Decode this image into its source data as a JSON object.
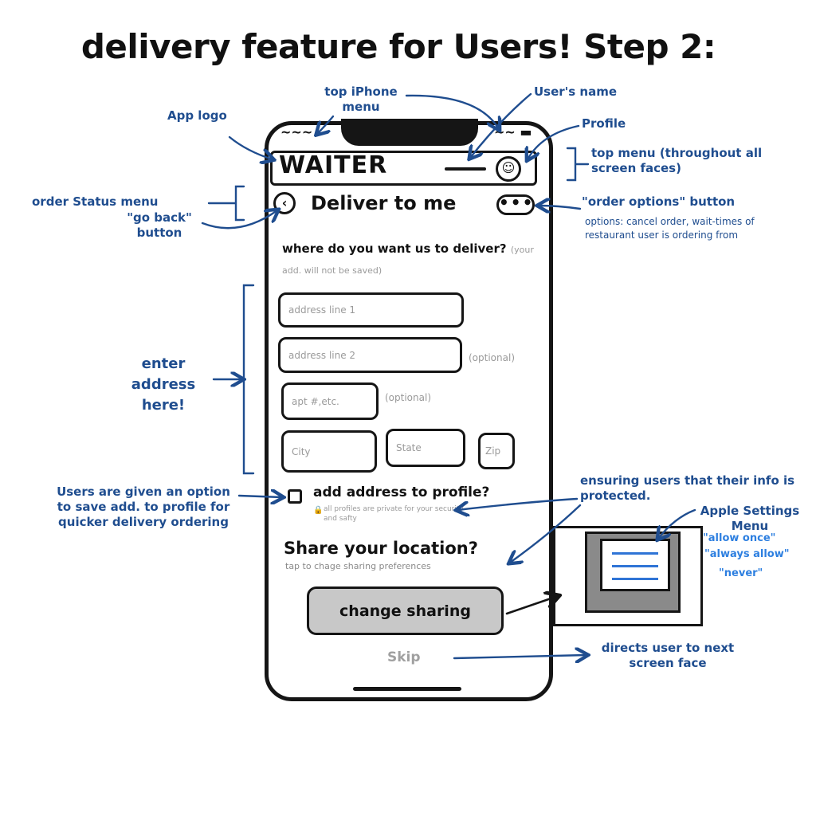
{
  "title": "delivery feature for Users! Step 2:",
  "phone": {
    "status_left": "~~~",
    "status_right": "~~ ▬",
    "app_logo": "WAITER",
    "profile_glyph": "☺",
    "back_glyph": "‹",
    "screen_title": "Deliver to me",
    "options_glyph": "•••",
    "question": "where do you want us to deliver?",
    "question_note": "(your add. will not be saved)",
    "fields": {
      "address1": "address line 1",
      "address2": "address line 2",
      "address2_note": "(optional)",
      "apt": "apt #,etc.",
      "apt_note": "(optional)",
      "city": "City",
      "state": "State",
      "zip": "Zip"
    },
    "save_label": "add address to profile?",
    "lock_glyph": "🔒",
    "privacy_note": "all profiles are private for your security and safty",
    "share_title": "Share your location?",
    "share_subtitle": "tap to chage sharing preferences",
    "change_sharing_label": "change sharing",
    "skip_label": "Skip"
  },
  "annotations": {
    "app_logo": "App logo",
    "top_iphone_menu": "top iPhone menu",
    "users_name": "User's name",
    "profile": "Profile",
    "top_menu": "top menu (throughout all screen faces)",
    "order_status_menu": "order Status menu",
    "go_back_button": "\"go back\" button",
    "order_options_title": "\"order options\" button",
    "order_options_desc": "options: cancel order, wait-times of restaurant user is ordering from",
    "enter_address": "enter address here!",
    "save_option": "Users are given an option to save add. to profile for quicker delivery ordering",
    "ensuring": "ensuring users that their info is protected.",
    "apple_settings": "Apple Settings Menu",
    "allow_once": "\"allow once\"",
    "always_allow": "\"always allow\"",
    "never": "\"never\"",
    "directs": "directs user to next screen face"
  },
  "colors": {
    "annotation": "#1f4d8f",
    "annotation_light": "#2d7fe0",
    "button_fill": "#c8c8c8",
    "settings_bg": "#8a8a8a"
  }
}
